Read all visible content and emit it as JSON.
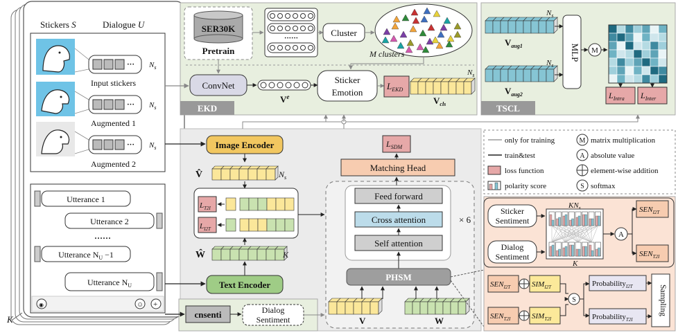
{
  "left_panel": {
    "stickers_header": "Stickers",
    "stickers_symbol": "S",
    "dialogue_header": "Dialogue",
    "dialogue_symbol": "U",
    "ns": "N",
    "ns_sub": "s",
    "dots": "···",
    "sticker_rows": [
      {
        "label": "Input stickers"
      },
      {
        "label": "Augmented 1"
      },
      {
        "label": "Augmented 2"
      }
    ],
    "utterances": [
      {
        "text": "Utterance 1"
      },
      {
        "text": "Utterance 2"
      },
      {
        "text": "······"
      },
      {
        "text": "Utterance N",
        "sub": "U",
        "suffix": " −1"
      },
      {
        "text": "Utterance N",
        "sub": "U",
        "suffix": ""
      }
    ],
    "stack_label": "K"
  },
  "ekd": {
    "tag": "EKD",
    "dataset": "SER30K",
    "pretrain": "Pretrain",
    "cluster": "Cluster",
    "m_clusters": "M clusters",
    "convnet": "ConvNet",
    "ve": "V",
    "ve_sup": "e",
    "sticker_emotion_1": "Sticker",
    "sticker_emotion_2": "Emotion",
    "loss": "L",
    "loss_sub": "EKD",
    "vcls": "V",
    "vcls_sub": "cls",
    "ns": "N",
    "ns_sub": "s"
  },
  "tscl": {
    "tag": "TSCL",
    "vaug1": "V",
    "vaug1_sub": "aug1",
    "vaug2": "V",
    "vaug2_sub": "aug2",
    "mlp": "MLP",
    "m": "M",
    "loss_intra": "L",
    "loss_intra_sub": "Intra",
    "loss_inter": "L",
    "loss_inter_sub": "Inter",
    "ns": "N",
    "ns_sub": "s"
  },
  "center": {
    "image_encoder": "Image Encoder",
    "text_encoder": "Text Encoder",
    "vhat": "V̂",
    "what": "Ŵ",
    "ns": "N",
    "ns_sub": "s",
    "k": "K",
    "l_t2i": "L",
    "l_t2i_sub": "T2I",
    "l_i2t": "L",
    "l_i2t_sub": "I2T",
    "cnsenti": "cnsenti",
    "dialog_sentiment_1": "Dialog",
    "dialog_sentiment_2": "Sentiment",
    "v_label": "V",
    "w_label": "W"
  },
  "transformer": {
    "loss": "L",
    "loss_sub": "SDM",
    "matching_head": "Matching Head",
    "feed_forward": "Feed forward",
    "cross_attention": "Cross attention",
    "self_attention": "Self attention",
    "times": "× 6",
    "phsm": "PHSM"
  },
  "legend": {
    "items": [
      {
        "symbol": "",
        "text": "only for training"
      },
      {
        "symbol": "M",
        "text": "matrix multiplication"
      },
      {
        "symbol": "",
        "text": "train&test"
      },
      {
        "symbol": "A",
        "text": "absolute value"
      },
      {
        "symbol": "",
        "text": "loss function"
      },
      {
        "symbol": "",
        "text": "element-wise addition"
      },
      {
        "symbol": "",
        "text": "polarity score"
      },
      {
        "symbol": "S",
        "text": "softmax"
      }
    ]
  },
  "phsm_detail": {
    "sticker_sentiment_1": "Sticker",
    "sticker_sentiment_2": "Sentiment",
    "dialog_sentiment_1": "Dialog",
    "dialog_sentiment_2": "Sentiment",
    "kns": "KN",
    "kns_sub": "s",
    "k": "K",
    "a": "A",
    "sen_i2t": "SEN",
    "sen_i2t_sub": "I2T",
    "sen_t2i": "SEN",
    "sen_t2i_sub": "T2I",
    "sim_i2t": "SIM",
    "sim_i2t_sub": "I2T",
    "sim_t2i": "SIM",
    "sim_t2i_sub": "T2I",
    "s": "S",
    "prob_i2t": "Probability",
    "prob_i2t_sub": "I2T",
    "prob_t2i": "Probability",
    "prob_t2i_sub": "T2I",
    "sampling": "Sampling"
  },
  "colors": {
    "ekd_bg": "#e8efdf",
    "tscl_bg": "#e8efdf",
    "center_bg": "#ebebeb",
    "phsm_detail_bg": "#fbe3d5",
    "image_encoder": "#f2c760",
    "text_encoder": "#9fcc86",
    "loss": "#e6a8a8",
    "matching_head": "#f7ccb0",
    "cross_attention": "#bcdcea",
    "teal": "#86c5d4",
    "yellow": "#fbe79a",
    "green": "#c9e2b0",
    "gray_box": "#9e9e9e"
  }
}
